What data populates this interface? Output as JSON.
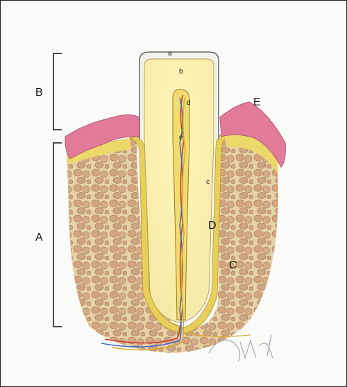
{
  "labels": {
    "a": "a",
    "b": "b",
    "c": "c",
    "d": "d",
    "e": "e",
    "A": "A",
    "B": "B",
    "C": "C",
    "D": "D",
    "E": "E"
  },
  "colors": {
    "gum": "#e27a9a",
    "bone": "#dcc49a",
    "bone_cells": "#c99a72",
    "periodontal": "#e9d46a",
    "dentin": "#faf3c2",
    "pulp": "#f3e07a",
    "enamel_outline": "#777777",
    "nerve_red": "#cc3a2a",
    "nerve_blue": "#3a6acc",
    "nerve_yellow": "#d9b12a"
  }
}
